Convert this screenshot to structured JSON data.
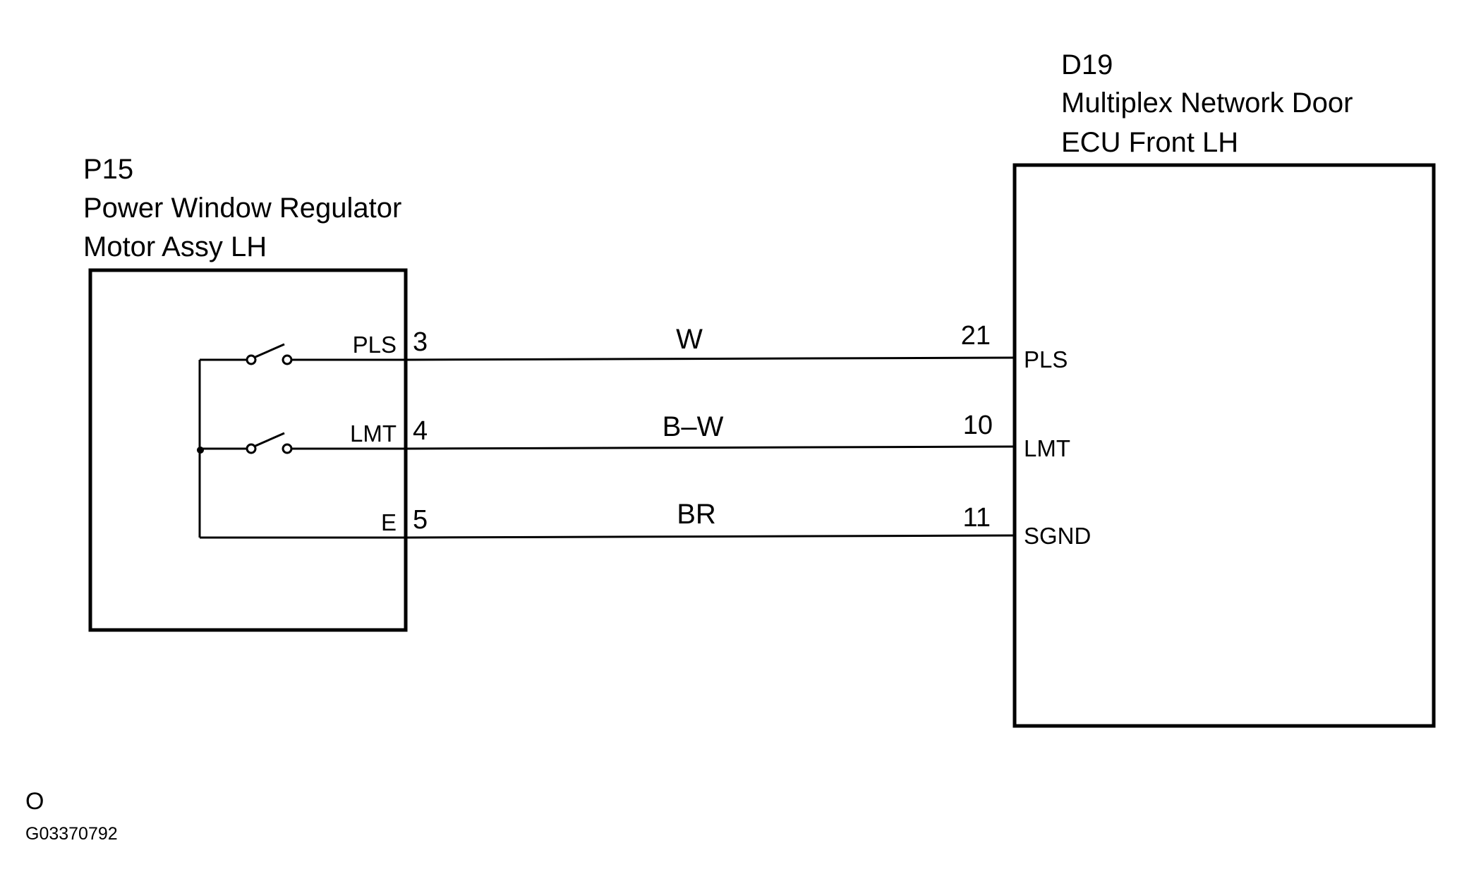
{
  "left_component": {
    "code": "P15",
    "name_line1": "Power Window Regulator",
    "name_line2": "Motor Assy LH"
  },
  "right_component": {
    "code": "D19",
    "name_line1": "Multiplex Network Door",
    "name_line2": "ECU Front LH"
  },
  "wires": [
    {
      "left_terminal": "PLS",
      "left_pin": "3",
      "color": "W",
      "right_pin": "21",
      "right_terminal": "PLS"
    },
    {
      "left_terminal": "LMT",
      "left_pin": "4",
      "color": "B–W",
      "right_pin": "10",
      "right_terminal": "LMT"
    },
    {
      "left_terminal": "E",
      "left_pin": "5",
      "color": "BR",
      "right_pin": "11",
      "right_terminal": "SGND"
    }
  ],
  "footer": {
    "mark": "O",
    "figure_id": "G03370792"
  }
}
